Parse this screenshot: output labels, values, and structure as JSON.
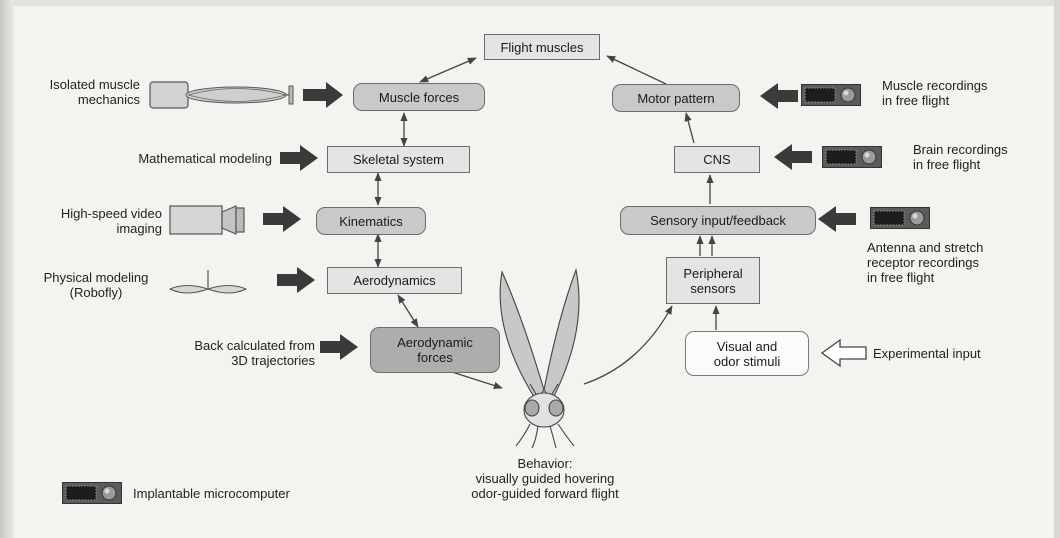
{
  "diagram": {
    "center_boxes": {
      "flight_muscles": "Flight muscles",
      "muscle_forces": "Muscle forces",
      "skeletal_system": "Skeletal system",
      "kinematics": "Kinematics",
      "aerodynamics": "Aerodynamics",
      "aerodynamic_forces_1": "Aerodynamic",
      "aerodynamic_forces_2": "forces",
      "motor_pattern": "Motor pattern",
      "cns": "CNS",
      "sensory_input": "Sensory input/feedback",
      "peripheral_1": "Peripheral",
      "peripheral_2": "sensors",
      "visual_1": "Visual and",
      "visual_2": "odor stimuli"
    },
    "left_methods": {
      "isolated_1": "Isolated muscle",
      "isolated_2": "mechanics",
      "math": "Mathematical modeling",
      "video_1": "High-speed video",
      "video_2": "imaging",
      "physical_1": "Physical modeling",
      "physical_2": "(Robofly)",
      "back_1": "Back calculated from",
      "back_2": "3D trajectories"
    },
    "right_methods": {
      "muscle_rec_1": "Muscle recordings",
      "muscle_rec_2": "in free flight",
      "brain_rec_1": "Brain recordings",
      "brain_rec_2": "in free flight",
      "antenna_1": "Antenna and stretch",
      "antenna_2": "receptor recordings",
      "antenna_3": "in free flight",
      "experimental": "Experimental input"
    },
    "behavior": {
      "line1": "Behavior:",
      "line2": "visually guided hovering",
      "line3": "odor-guided forward flight"
    },
    "legend": {
      "label": "Implantable microcomputer"
    }
  }
}
